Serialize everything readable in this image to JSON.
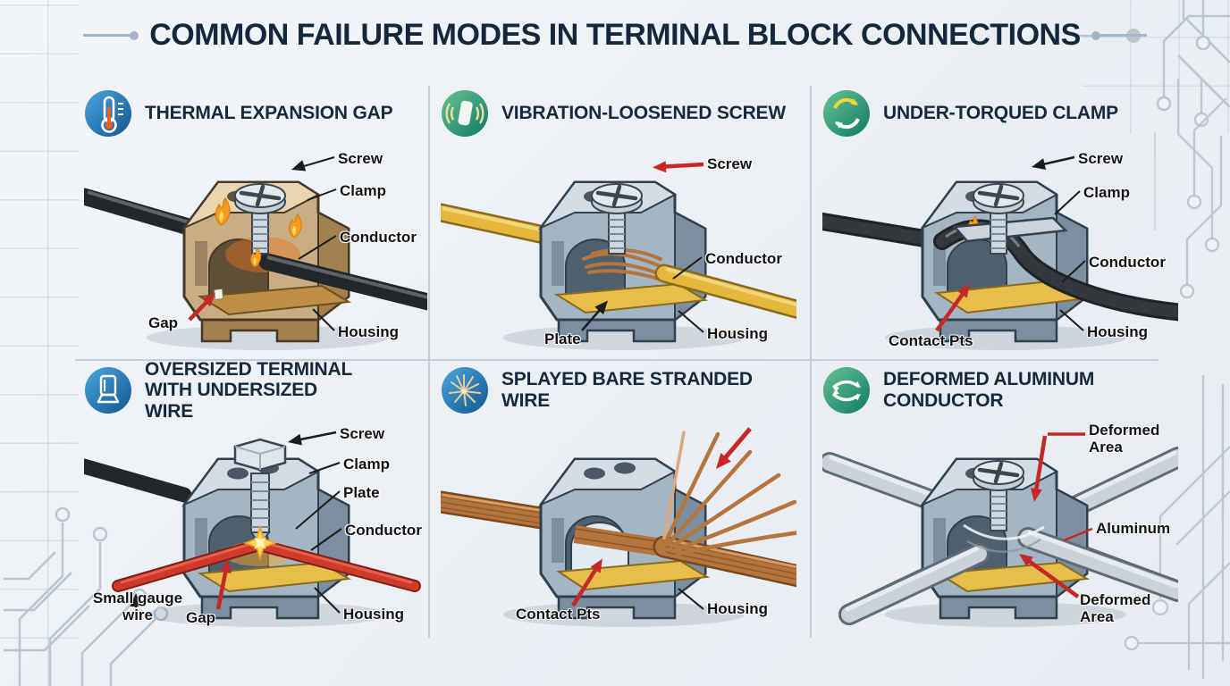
{
  "title": "COMMON FAILURE MODES IN TERMINAL BLOCK CONNECTIONS",
  "colors": {
    "background": "#eef1f5",
    "title_text": "#14273c",
    "label_text": "#131313",
    "annotation_red": "#c62828",
    "icon_blue": "#2f7fc0",
    "icon_green": "#2f9678",
    "divider": "#c6cfd8"
  },
  "panels": [
    {
      "title": "THERMAL EXPANSION GAP",
      "icon": "thermometer-icon",
      "icon_color": "blue",
      "labels": [
        "Screw",
        "Clamp",
        "Conductor",
        "Housing",
        "Gap"
      ]
    },
    {
      "title": "VIBRATION-LOOSENED SCREW",
      "icon": "vibration-icon",
      "icon_color": "green",
      "labels": [
        "Screw",
        "Conductor",
        "Plate",
        "Housing"
      ]
    },
    {
      "title": "UNDER-TORQUED CLAMP",
      "icon": "torque-arrows-icon",
      "icon_color": "green",
      "labels": [
        "Screw",
        "Clamp",
        "Conductor",
        "Housing",
        "Contact Pts"
      ]
    },
    {
      "title": "OVERSIZED TERMINAL WITH UNDERSIZED WIRE",
      "icon": "terminal-block-icon",
      "icon_color": "blue",
      "labels": [
        "Screw",
        "Clamp",
        "Plate",
        "Conductor",
        "Housing",
        "Small gauge wire",
        "Gap"
      ]
    },
    {
      "title": "SPLAYED BARE STRANDED WIRE",
      "icon": "splayed-strands-icon",
      "icon_color": "blue",
      "labels": [
        "Contact Pts",
        "Housing"
      ]
    },
    {
      "title": "DEFORMED ALUMINUM CONDUCTOR",
      "icon": "deform-arrows-icon",
      "icon_color": "green",
      "labels": [
        "Deformed Area",
        "Aluminum",
        "Deformed Area"
      ]
    }
  ]
}
